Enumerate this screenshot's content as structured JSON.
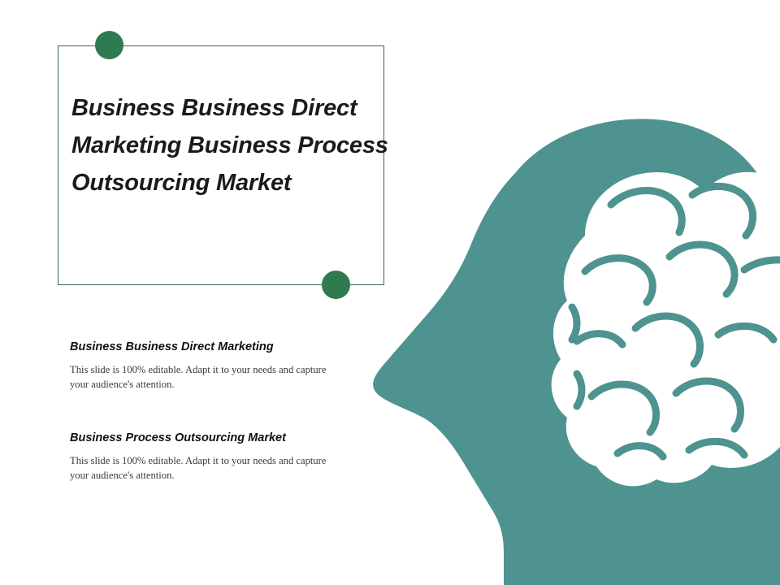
{
  "slide": {
    "title": "Business Business Direct Marketing Business Process Outsourcing Market",
    "accent_color": "#2f6b4f",
    "dot_color": "#2f7a4e",
    "head_color": "#4e938f",
    "blocks": [
      {
        "heading": "Business Business Direct Marketing",
        "body": "This slide is 100% editable. Adapt it to your needs and capture your audience's attention."
      },
      {
        "heading": "Business Process Outsourcing Market",
        "body": "This slide is 100% editable. Adapt it to your needs and capture your audience's attention."
      }
    ],
    "graphic": {
      "name": "head-brain-silhouette"
    }
  }
}
